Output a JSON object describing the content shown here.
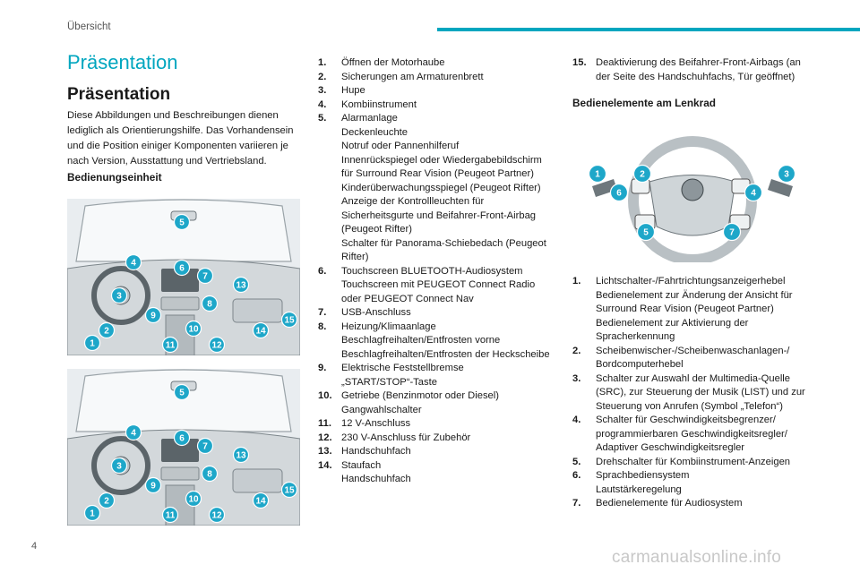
{
  "header": {
    "label": "Übersicht"
  },
  "page": {
    "section_title": "Präsentation",
    "heading": "Präsentation",
    "intro": "Diese Abbildungen und Beschreibungen dienen lediglich als Orientierungshilfe. Das Vorhandensein und die Position einiger Komponenten variieren je nach Version, Ausstattung und Vertriebsland.",
    "subheading_control_unit": "Bedienungseinheit",
    "subheading_steering": "Bedienelemente am Lenkrad",
    "page_number": "4",
    "watermark": "carmanualsonline.info"
  },
  "colors": {
    "accent": "#00a6bf",
    "badge": "#1ea7c9"
  },
  "panels": {
    "top_badges": [
      "1",
      "2",
      "3",
      "4",
      "5",
      "6",
      "7",
      "8",
      "9",
      "10",
      "11",
      "12",
      "13",
      "14",
      "15"
    ],
    "bottom_badges": [
      "1",
      "2",
      "3",
      "4",
      "5",
      "6",
      "7",
      "8",
      "9",
      "10",
      "11",
      "12",
      "13",
      "14",
      "15"
    ]
  },
  "wheel_badges": [
    "1",
    "2",
    "3",
    "4",
    "5",
    "6",
    "7"
  ],
  "list_middle": [
    {
      "num": "1.",
      "lines": [
        "Öffnen der Motorhaube"
      ]
    },
    {
      "num": "2.",
      "lines": [
        "Sicherungen am Armaturenbrett"
      ]
    },
    {
      "num": "3.",
      "lines": [
        "Hupe"
      ]
    },
    {
      "num": "4.",
      "lines": [
        "Kombiinstrument"
      ]
    },
    {
      "num": "5.",
      "lines": [
        "Alarmanlage",
        "Deckenleuchte",
        "Notruf oder Pannenhilferuf",
        "Innenrückspiegel oder Wiedergabebildschirm für Surround Rear Vision (Peugeot Partner)",
        "Kinderüberwachungsspiegel (Peugeot Rifter)",
        "Anzeige der Kontrollleuchten für Sicherheitsgurte und Beifahrer-Front-Airbag (Peugeot Rifter)",
        "Schalter für Panorama-Schiebedach (Peugeot Rifter)"
      ]
    },
    {
      "num": "6.",
      "lines": [
        "Touchscreen BLUETOOTH-Audiosystem",
        "Touchscreen mit PEUGEOT Connect Radio oder PEUGEOT Connect Nav"
      ]
    },
    {
      "num": "7.",
      "lines": [
        "USB-Anschluss"
      ]
    },
    {
      "num": "8.",
      "lines": [
        "Heizung/Klimaanlage",
        "Beschlagfreihalten/Entfrosten vorne",
        "Beschlagfreihalten/Entfrosten der Heckscheibe"
      ]
    },
    {
      "num": "9.",
      "lines": [
        "Elektrische Feststellbremse",
        "„START/STOP“-Taste"
      ]
    },
    {
      "num": "10.",
      "lines": [
        "Getriebe (Benzinmotor oder Diesel)",
        "Gangwahlschalter"
      ]
    },
    {
      "num": "11.",
      "lines": [
        "12 V-Anschluss"
      ]
    },
    {
      "num": "12.",
      "lines": [
        "230 V-Anschluss für Zubehör"
      ]
    },
    {
      "num": "13.",
      "lines": [
        "Handschuhfach"
      ]
    },
    {
      "num": "14.",
      "lines": [
        "Staufach",
        "Handschuhfach"
      ]
    }
  ],
  "list_right_top": [
    {
      "num": "15.",
      "lines": [
        "Deaktivierung des Beifahrer-Front-Airbags (an der Seite des Handschuhfachs, Tür geöffnet)"
      ]
    }
  ],
  "list_right": [
    {
      "num": "1.",
      "lines": [
        "Lichtschalter-/Fahrtrichtungsanzeigerhebel",
        "Bedienelement zur Änderung der Ansicht für Surround Rear Vision (Peugeot Partner)",
        "Bedienelement zur Aktivierung der Spracherkennung"
      ]
    },
    {
      "num": "2.",
      "lines": [
        "Scheibenwischer-/Scheibenwaschanlagen-/ Bordcomputerhebel"
      ]
    },
    {
      "num": "3.",
      "lines": [
        "Schalter zur Auswahl der Multimedia-Quelle (SRC), zur Steuerung der Musik (LIST) und zur Steuerung von Anrufen (Symbol „Telefon“)"
      ]
    },
    {
      "num": "4.",
      "lines": [
        "Schalter für Geschwindigkeitsbegrenzer/ programmierbaren Geschwindigkeitsregler/ Adaptiver Geschwindigkeitsregler"
      ]
    },
    {
      "num": "5.",
      "lines": [
        "Drehschalter für Kombiinstrument-Anzeigen"
      ]
    },
    {
      "num": "6.",
      "lines": [
        "Sprachbediensystem",
        "Lautstärkeregelung"
      ]
    },
    {
      "num": "7.",
      "lines": [
        "Bedienelemente für Audiosystem"
      ]
    }
  ]
}
